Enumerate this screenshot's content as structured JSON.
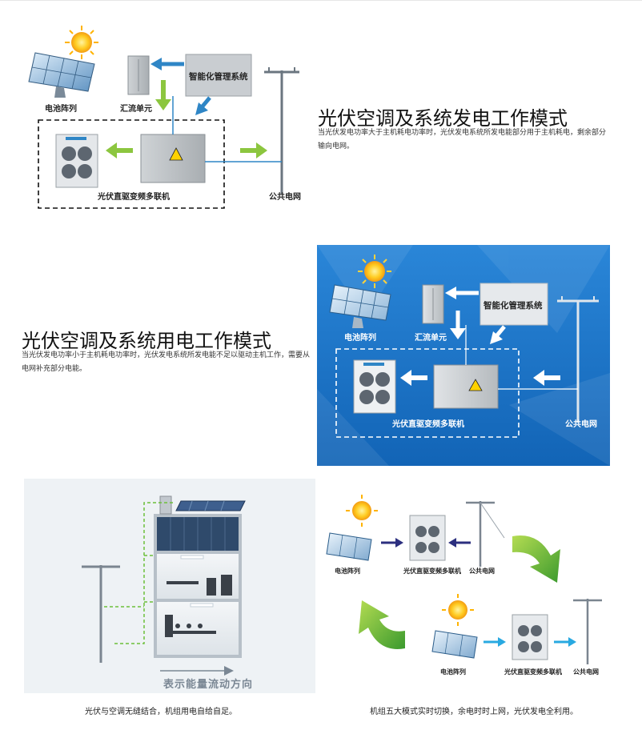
{
  "sections": [
    {
      "title": "光伏空调及系统发电工作模式",
      "description": "当光伏发电功率大于主机耗电功率时，光伏发电系统所发电能部分用于主机耗电，剩余部分输向电网。",
      "labels": {
        "array": "电池阵列",
        "combiner": "汇流单元",
        "management": "智能化管理系统",
        "unit": "光伏直驱变频多联机",
        "grid": "公共电网"
      }
    },
    {
      "title": "光伏空调及系统用电工作模式",
      "description": "当光伏发电功率小于主机耗电功率时，光伏发电系统所发电能不足以驱动主机工作，需要从电网补充部分电能。",
      "labels": {
        "array": "电池阵列",
        "combiner": "汇流单元",
        "management": "智能化管理系统",
        "unit": "光伏直驱变频多联机",
        "grid": "公共电网"
      }
    }
  ],
  "building_panel": {
    "flow_label": "表示能量流动方向",
    "caption": "光伏与空调无缝结合，机组用电自给自足。"
  },
  "cycle_panel": {
    "top": {
      "array": "电池阵列",
      "unit": "光伏直驱变频多联机",
      "grid": "公共电网"
    },
    "bottom": {
      "array": "电池阵列",
      "unit": "光伏直驱变频多联机",
      "grid": "公共电网"
    },
    "caption": "机组五大模式实时切换，余电时时上网，光伏发电全利用。"
  },
  "colors": {
    "green_arrow": "#8cc63f",
    "blue_arrow": "#2f86c6",
    "blue_bg": "#1a73c9",
    "navy_arrow": "#2c2f7f",
    "cyan_arrow": "#29a9e1",
    "flow_dash": "#6cbf3a"
  }
}
